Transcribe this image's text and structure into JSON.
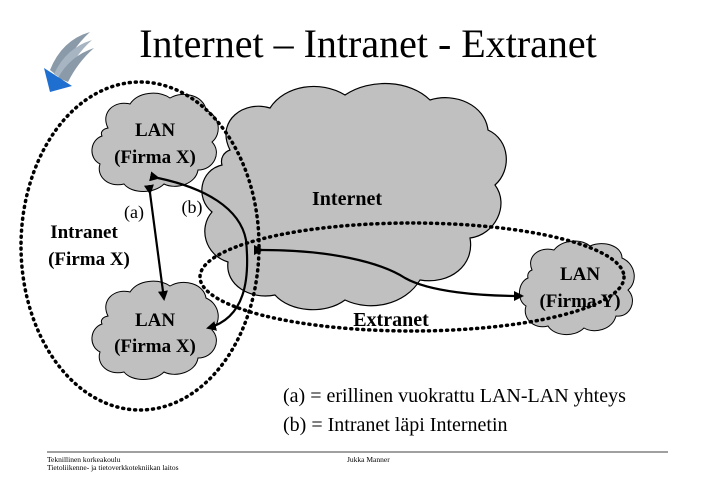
{
  "slide": {
    "title": "Internet – Intranet - Extranet",
    "diagram": {
      "lan_top": {
        "line1": "LAN",
        "line2": "(Firma X)"
      },
      "lan_bottom": {
        "line1": "LAN",
        "line2": "(Firma X)"
      },
      "lan_right": {
        "line1": "LAN",
        "line2": "(Firma Y)"
      },
      "internet_label": "Internet",
      "intranet_label": {
        "line1": "Intranet",
        "line2": "(Firma X)"
      },
      "extranet_label": "Extranet",
      "marker_a": "(a)",
      "marker_b": "(b)"
    },
    "legend": {
      "a": "(a) = erillinen vuokrattu LAN-LAN yhteys",
      "b": "(b) = Intranet läpi Internetin"
    },
    "footer": {
      "left_line1": "Teknillinen korkeakoulu",
      "left_line2": "Tietoliikenne- ja tietoverkkotekniikan laitos",
      "center": "Jukka Manner"
    },
    "colors": {
      "cloud_fill": "#c0c0c0",
      "cloud_stroke": "#000000",
      "logo_blue": "#1f6fd1",
      "logo_gray": "#8a9aa8"
    }
  }
}
